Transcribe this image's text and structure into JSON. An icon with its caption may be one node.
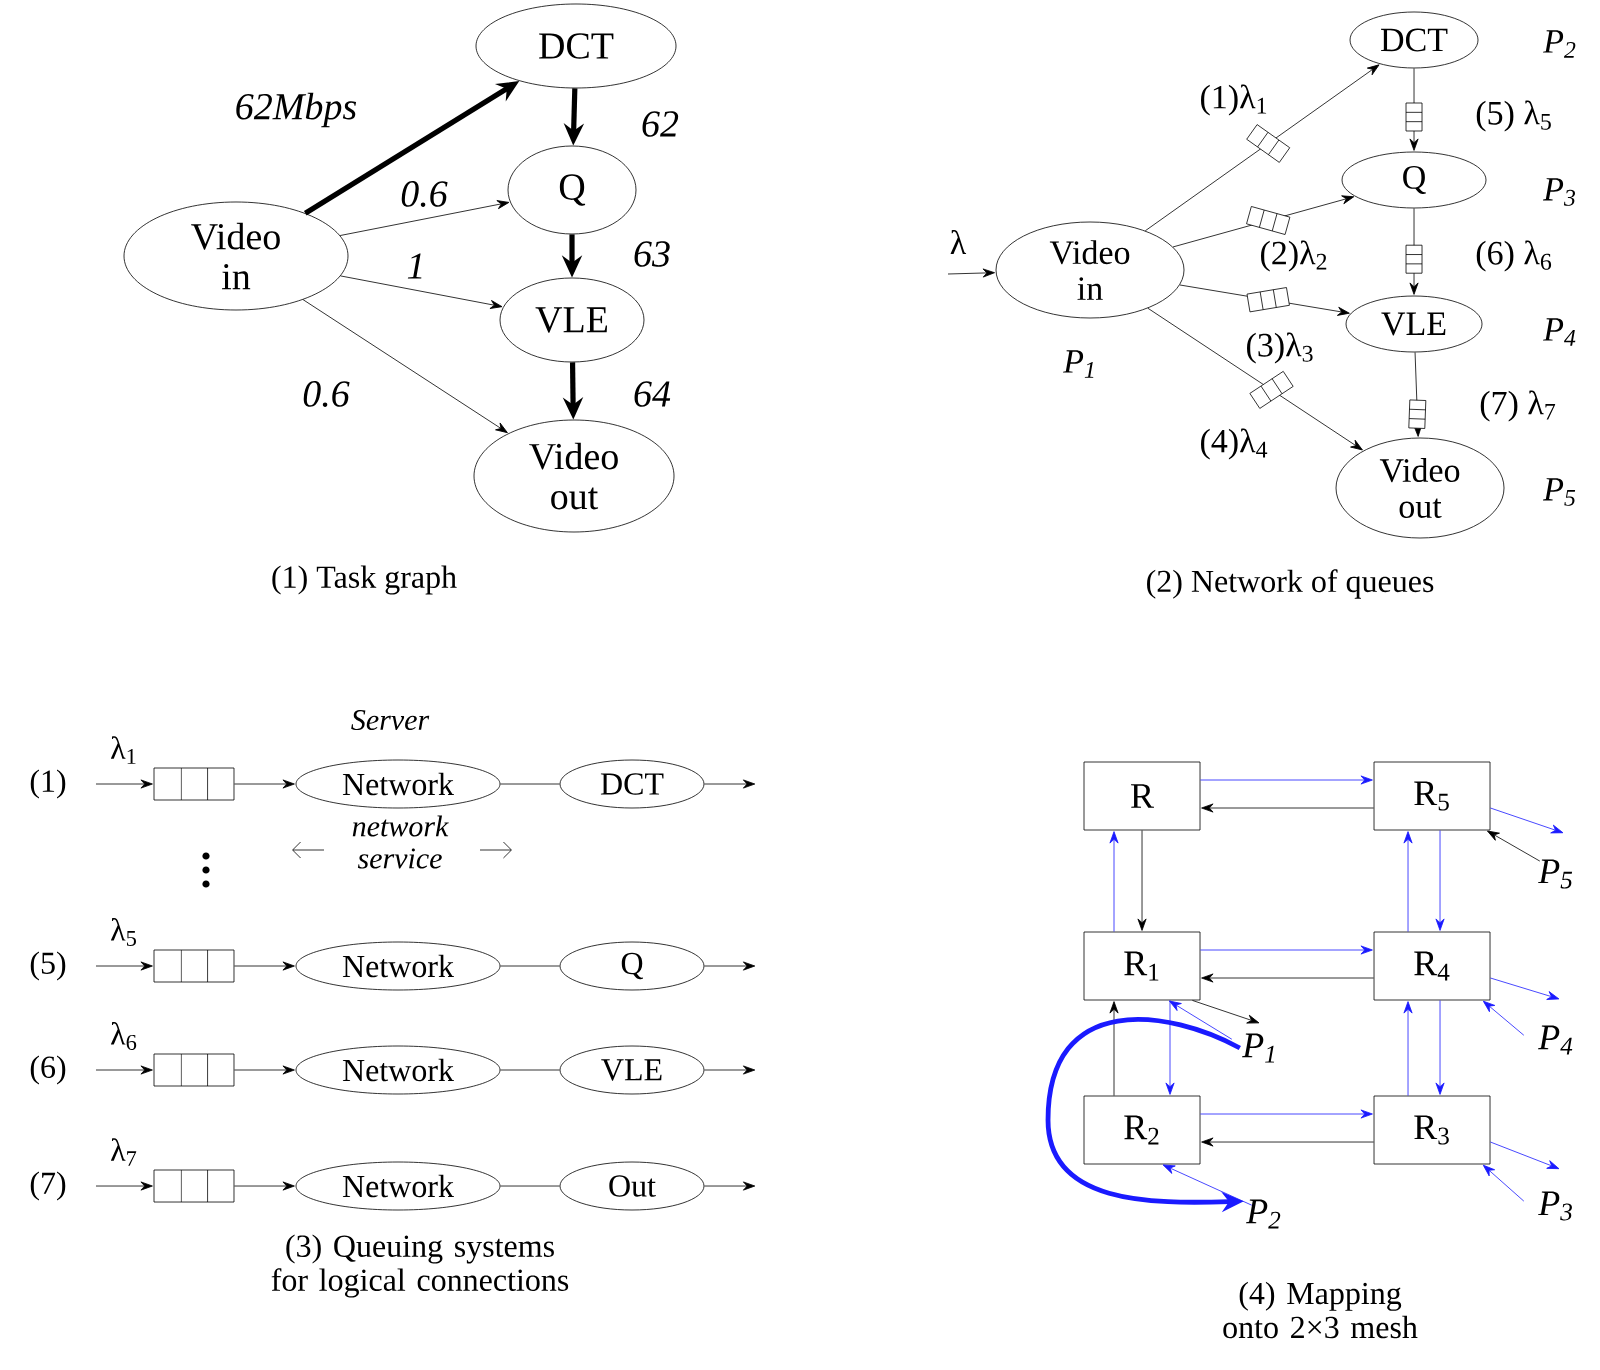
{
  "diagram": {
    "nodes": [
      {
        "text": [
          "Video in"
        ]
      },
      {
        "text": [
          "DCT"
        ]
      },
      {
        "text": [
          "Q"
        ]
      },
      {
        "text": [
          "VLE"
        ]
      },
      {
        "text": [
          "Video out"
        ]
      },
      {
        "text": [
          "Video in"
        ],
        "beside": [
          "P$_{1}$"
        ]
      },
      {
        "text": [
          "DCT"
        ],
        "beside": [
          "P$_{2}$"
        ]
      },
      {
        "text": [
          "Q"
        ],
        "beside": [
          "P$_{3}$"
        ]
      },
      {
        "text": [
          "VLE"
        ],
        "beside": [
          "P$_{4}$"
        ]
      },
      {
        "text": [
          "Video out"
        ],
        "beside": [
          "P$_{5}$"
        ]
      },
      {
        "text": [],
        "shape": "box"
      },
      {
        "text": [
          "Network"
        ]
      },
      {
        "text": [
          "DCT"
        ]
      },
      {
        "text": [],
        "shape": "box"
      },
      {
        "text": [
          "Network"
        ]
      },
      {
        "text": [
          "Q"
        ]
      },
      {
        "text": [],
        "shape": "box"
      },
      {
        "text": [
          "Network"
        ]
      },
      {
        "text": [
          "VLE"
        ]
      },
      {
        "text": [],
        "shape": "box"
      },
      {
        "text": [
          "Network"
        ]
      },
      {
        "text": [
          "Out"
        ]
      },
      {
        "text": [
          "R"
        ]
      },
      {
        "text": [
          "R$_{5}$"
        ]
      },
      {
        "text": [
          "R$_{1}$"
        ]
      },
      {
        "text": [
          "R$_{4}$"
        ]
      },
      {
        "text": [
          "R$_{2}$"
        ]
      },
      {
        "text": [
          "R$_{3}$"
        ]
      },
      {
        "text": [
          "P$_{5}$"
        ]
      },
      {
        "text": [
          "P$_{1}$"
        ]
      },
      {
        "text": [
          "P$_{4}$"
        ]
      },
      {
        "text": [
          "P$_{2}$"
        ]
      },
      {
        "text": [
          "P$_{3}$"
        ]
      }
    ],
    "edges": [
      {
        "from": 0,
        "to": 1,
        "arrow": "to",
        "label": "62Mbps",
        "style": "thick"
      },
      {
        "from": 0,
        "to": 2,
        "arrow": "to",
        "label": "0.6"
      },
      {
        "from": 0,
        "to": 3,
        "arrow": "to",
        "label": "1"
      },
      {
        "from": 0,
        "to": 4,
        "arrow": "to",
        "label": "0.6"
      },
      {
        "from": 1,
        "to": 2,
        "arrow": "to",
        "label": "62",
        "style": "thick"
      },
      {
        "from": 2,
        "to": 3,
        "arrow": "to",
        "label": "63",
        "style": "thick"
      },
      {
        "from": 3,
        "to": 4,
        "arrow": "to",
        "label": "64",
        "style": "thick"
      },
      {
        "from": null,
        "to": 5,
        "arrow": "to",
        "label": "λ"
      },
      {
        "from": 5,
        "to": 6,
        "arrow": "to",
        "label": "(1)λ$_{1}$"
      },
      {
        "from": 5,
        "to": 7,
        "arrow": "to",
        "label": "(2)λ$_{2}$"
      },
      {
        "from": 5,
        "to": 8,
        "arrow": "to",
        "label": "(3)λ$_{3}$"
      },
      {
        "from": 5,
        "to": 9,
        "arrow": "to",
        "label": "(4)λ$_{4}$"
      },
      {
        "from": 6,
        "to": 7,
        "arrow": "to",
        "label": "(5) λ$_{5}$"
      },
      {
        "from": 7,
        "to": 8,
        "arrow": "to",
        "label": "(6) λ$_{6}$"
      },
      {
        "from": 8,
        "to": 9,
        "arrow": "to",
        "label": "(7) λ$_{7}$"
      },
      {
        "from": null,
        "to": 10,
        "arrow": "to",
        "label": "λ$_{1}$"
      },
      {
        "from": 10,
        "to": 11,
        "arrow": "to"
      },
      {
        "from": 11,
        "to": 12,
        "arrow": "none"
      },
      {
        "from": 12,
        "to": null,
        "arrow": "to"
      },
      {
        "from": null,
        "to": 13,
        "arrow": "to",
        "label": "λ$_{5}$"
      },
      {
        "from": 13,
        "to": 14,
        "arrow": "to"
      },
      {
        "from": 14,
        "to": 15,
        "arrow": "none"
      },
      {
        "from": 15,
        "to": null,
        "arrow": "to"
      },
      {
        "from": null,
        "to": 16,
        "arrow": "to",
        "label": "λ$_{6}$"
      },
      {
        "from": 16,
        "to": 17,
        "arrow": "to"
      },
      {
        "from": 17,
        "to": 18,
        "arrow": "none"
      },
      {
        "from": 18,
        "to": null,
        "arrow": "to"
      },
      {
        "from": null,
        "to": 19,
        "arrow": "to",
        "label": "λ$_{7}$"
      },
      {
        "from": 19,
        "to": 20,
        "arrow": "to"
      },
      {
        "from": 20,
        "to": 21,
        "arrow": "none"
      },
      {
        "from": 21,
        "to": null,
        "arrow": "to"
      },
      {
        "from": 22,
        "to": 23,
        "arrow": "to",
        "color": "#1a1aff"
      },
      {
        "from": 23,
        "to": 22,
        "arrow": "to"
      },
      {
        "from": 22,
        "to": 24,
        "arrow": "to"
      },
      {
        "from": 24,
        "to": 22,
        "arrow": "to",
        "color": "#1a1aff"
      },
      {
        "from": 24,
        "to": 25,
        "arrow": "to",
        "color": "#1a1aff"
      },
      {
        "from": 25,
        "to": 24,
        "arrow": "to"
      },
      {
        "from": 26,
        "to": 24,
        "arrow": "to"
      },
      {
        "from": 24,
        "to": 26,
        "arrow": "to",
        "color": "#1a1aff"
      },
      {
        "from": 26,
        "to": 27,
        "arrow": "to",
        "color": "#1a1aff"
      },
      {
        "from": 27,
        "to": 26,
        "arrow": "to"
      },
      {
        "from": 25,
        "to": 23,
        "arrow": "to",
        "color": "#1a1aff"
      },
      {
        "from": 23,
        "to": 25,
        "arrow": "to",
        "color": "#1a1aff"
      },
      {
        "from": 25,
        "to": 27,
        "arrow": "to",
        "color": "#1a1aff"
      },
      {
        "from": 27,
        "to": 25,
        "arrow": "to",
        "color": "#1a1aff"
      },
      {
        "from": 28,
        "to": 23,
        "arrow": "to"
      },
      {
        "from": 23,
        "to": 28,
        "arrow": "to",
        "color": "#1a1aff"
      },
      {
        "from": 24,
        "to": 29,
        "arrow": "to"
      },
      {
        "from": 29,
        "to": 24,
        "arrow": "to",
        "color": "#1a1aff"
      },
      {
        "from": 29,
        "to": 31,
        "arrow": "to",
        "color": "#1a1aff",
        "style": "thick"
      },
      {
        "from": 25,
        "to": 30,
        "arrow": "to",
        "color": "#1a1aff"
      },
      {
        "from": 30,
        "to": 25,
        "arrow": "to",
        "color": "#1a1aff"
      },
      {
        "from": 31,
        "to": 26,
        "arrow": "to",
        "color": "#1a1aff"
      },
      {
        "from": 27,
        "to": 32,
        "arrow": "to",
        "color": "#1a1aff"
      },
      {
        "from": 32,
        "to": 27,
        "arrow": "to",
        "color": "#1a1aff"
      }
    ],
    "labels": [
      "(1) Task graph",
      "(2) Network of queues",
      "Server",
      "(1)",
      "network service",
      "(5)",
      "(6)",
      "(7)",
      "(3) Queuing systems for logical connections",
      "(4) Mapping onto 2×3 mesh"
    ]
  }
}
